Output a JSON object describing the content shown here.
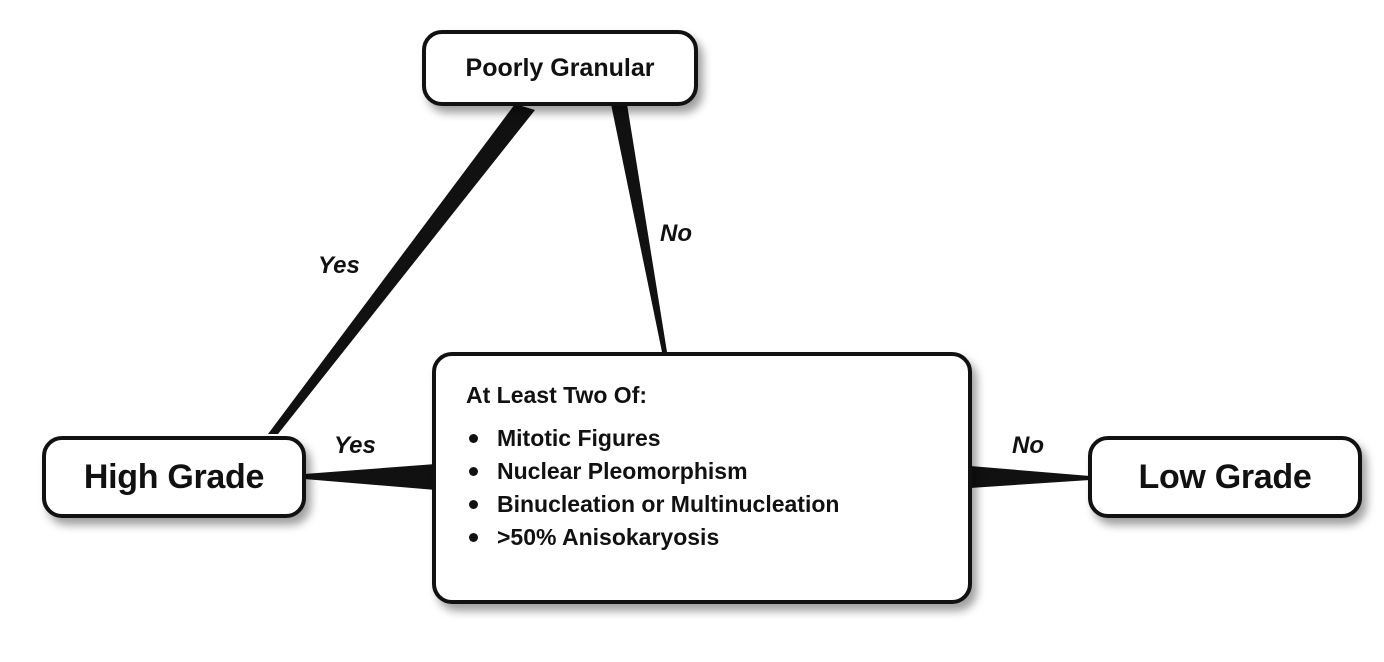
{
  "nodes": {
    "poorly_granular": "Poorly Granular",
    "high_grade": "High Grade",
    "low_grade": "Low Grade",
    "criteria": {
      "heading": "At Least Two Of:",
      "items": [
        "Mitotic Figures",
        "Nuclear Pleomorphism",
        "Binucleation or Multinucleation",
        ">50% Anisokaryosis"
      ]
    }
  },
  "edges": {
    "granular_to_high": "Yes",
    "granular_to_criteria": "No",
    "criteria_to_high": "Yes",
    "criteria_to_low": "No"
  }
}
